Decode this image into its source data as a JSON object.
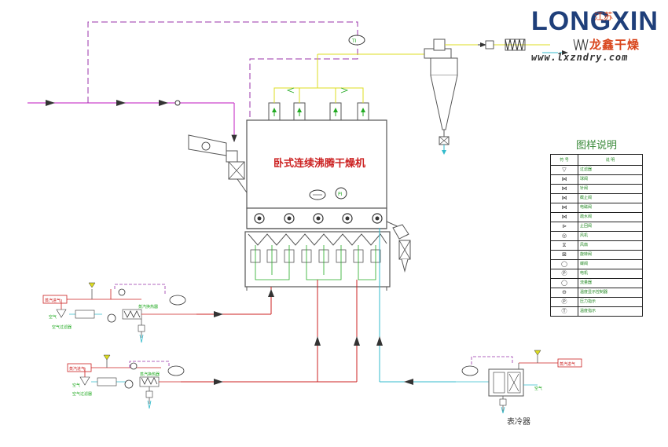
{
  "diagram_title": "卧式连续沸腾干燥机",
  "cooler_label": "表冷器",
  "logo": {
    "brand": "LONGXIN",
    "tagline": "江苏",
    "brand_cn": "龙鑫干燥",
    "url": "www.lxzndry.com"
  },
  "labels": {
    "steam_in_1": "蒸汽进气",
    "air_in_1": "空气",
    "air_filter_1": "空气过滤器",
    "steam_heater_1": "蒸汽换热器",
    "steam_in_2": "蒸汽进气",
    "air_in_2": "空气",
    "air_filter_2": "空气过滤器",
    "steam_heater_2": "蒸汽换热器",
    "steam_in_3": "蒸汽进气",
    "air_in_3": "空气"
  },
  "legend": {
    "title": "图样说明",
    "header_symbol": "符 号",
    "header_name": "说 明",
    "rows": [
      {
        "symbol": "▽",
        "name": "过滤器"
      },
      {
        "symbol": "⋈",
        "name": "球阀"
      },
      {
        "symbol": "⋈",
        "name": "针阀"
      },
      {
        "symbol": "⋈",
        "name": "截止阀"
      },
      {
        "symbol": "⋈",
        "name": "电磁阀"
      },
      {
        "symbol": "⋈",
        "name": "疏水阀"
      },
      {
        "symbol": "⊳",
        "name": "止回阀"
      },
      {
        "symbol": "◎",
        "name": "风机"
      },
      {
        "symbol": "⧖",
        "name": "风扇"
      },
      {
        "symbol": "⊠",
        "name": "旋转阀"
      },
      {
        "symbol": "◯",
        "name": "蝶阀"
      },
      {
        "symbol": "Ⓟ",
        "name": "电机"
      },
      {
        "symbol": "◯",
        "name": "流量器"
      },
      {
        "symbol": "⊖",
        "name": "温度显示控制器"
      },
      {
        "symbol": "Ⓟ",
        "name": "压力指示"
      },
      {
        "symbol": "Ⓣ",
        "name": "温度指示"
      }
    ]
  },
  "colors": {
    "pink": "#cc44cc",
    "dashed": "#9933aa",
    "red": "#cc2222",
    "yellow": "#dddd22",
    "cyan": "#33bbcc",
    "green": "#22aa22",
    "equipment": "#555555"
  }
}
